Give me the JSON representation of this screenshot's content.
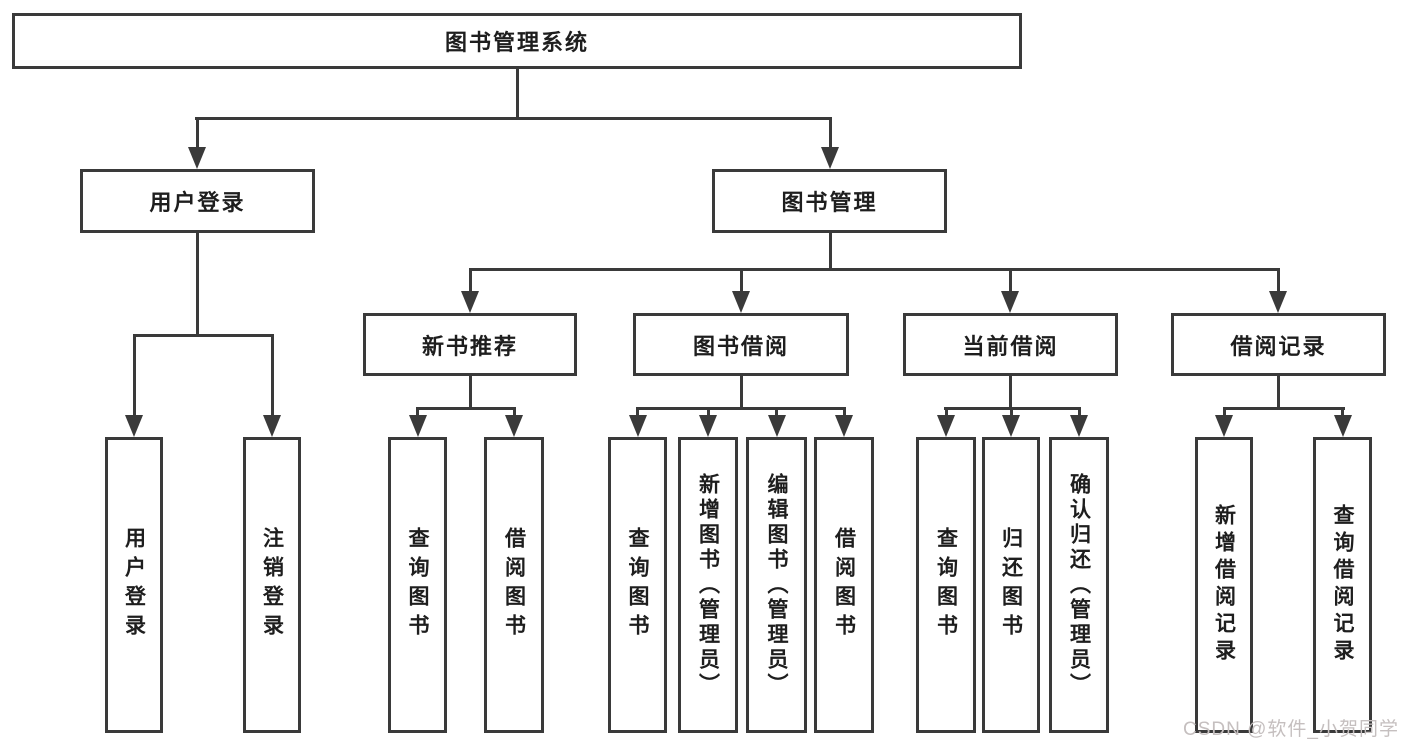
{
  "colors": {
    "line": "#3a3a3a",
    "text": "#1e1e1e",
    "background": "#ffffff",
    "watermark": "#c5bfbf"
  },
  "watermark": {
    "text": "CSDN @软件_小贺同学"
  },
  "nodes": {
    "root": {
      "label": "图书管理系统"
    },
    "user_login": {
      "label": "用户登录"
    },
    "book_management": {
      "label": "图书管理"
    },
    "new_book_recommend": {
      "label": "新书推荐"
    },
    "book_borrow": {
      "label": "图书借阅"
    },
    "current_borrow": {
      "label": "当前借阅"
    },
    "borrow_records": {
      "label": "借阅记录"
    },
    "leaf_user_login": {
      "label": "用户登录"
    },
    "leaf_logout": {
      "label": "注销登录"
    },
    "leaf_query_books_1": {
      "label": "查询图书"
    },
    "leaf_borrow_books_1": {
      "label": "借阅图书"
    },
    "leaf_query_books_2": {
      "label": "查询图书"
    },
    "leaf_add_book": {
      "label": "新增图书（管理员）"
    },
    "leaf_edit_book": {
      "label": "编辑图书（管理员）"
    },
    "leaf_borrow_books_2": {
      "label": "借阅图书"
    },
    "leaf_query_books_3": {
      "label": "查询图书"
    },
    "leaf_return_book": {
      "label": "归还图书"
    },
    "leaf_confirm_return": {
      "label": "确认归还（管理员）"
    },
    "leaf_add_borrow_record": {
      "label": "新增借阅记录"
    },
    "leaf_query_borrow_record": {
      "label": "查询借阅记录"
    }
  },
  "structure": {
    "root": [
      "user_login",
      "book_management"
    ],
    "user_login": [
      "leaf_user_login",
      "leaf_logout"
    ],
    "book_management": [
      "new_book_recommend",
      "book_borrow",
      "current_borrow",
      "borrow_records"
    ],
    "new_book_recommend": [
      "leaf_query_books_1",
      "leaf_borrow_books_1"
    ],
    "book_borrow": [
      "leaf_query_books_2",
      "leaf_add_book",
      "leaf_edit_book",
      "leaf_borrow_books_2"
    ],
    "current_borrow": [
      "leaf_query_books_3",
      "leaf_return_book",
      "leaf_confirm_return"
    ],
    "borrow_records": [
      "leaf_add_borrow_record",
      "leaf_query_borrow_record"
    ]
  }
}
